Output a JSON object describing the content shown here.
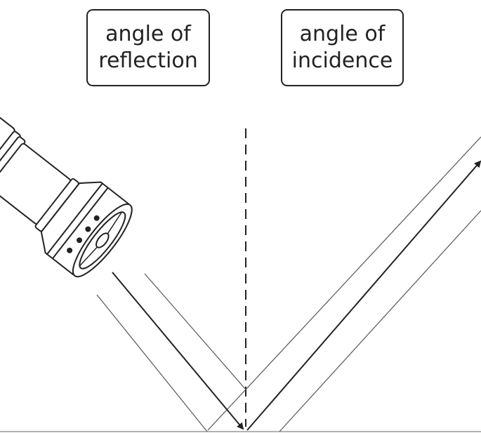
{
  "labels": {
    "left": {
      "line1": "angle of",
      "line2": "reflection"
    },
    "right": {
      "line1": "angle of",
      "line2": "incidence"
    }
  },
  "icons": {
    "torch": "torch-icon"
  },
  "colors": {
    "ink": "#222222",
    "thin_line": "#555555",
    "background": "#ffffff"
  }
}
